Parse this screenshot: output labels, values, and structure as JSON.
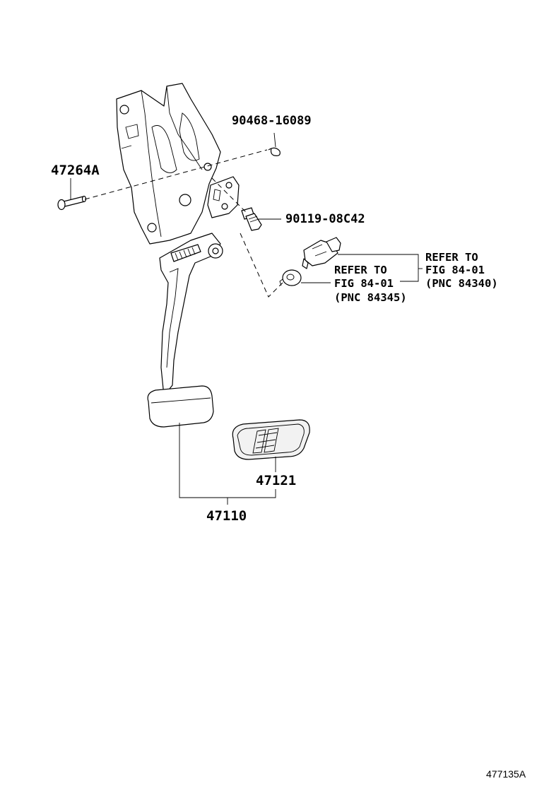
{
  "callouts": {
    "clip": "90468-16089",
    "pin": "47264A",
    "bolt": "90119-08C42",
    "pad": "47121",
    "pedal_assy": "47110"
  },
  "refer_switch": {
    "line1": "REFER TO",
    "line2": "FIG 84-01",
    "line3": "(PNC 84340)"
  },
  "refer_cushion": {
    "line1": "REFER TO",
    "line2": "FIG 84-01",
    "line3": "(PNC 84345)"
  },
  "illustration_number": "477135A"
}
